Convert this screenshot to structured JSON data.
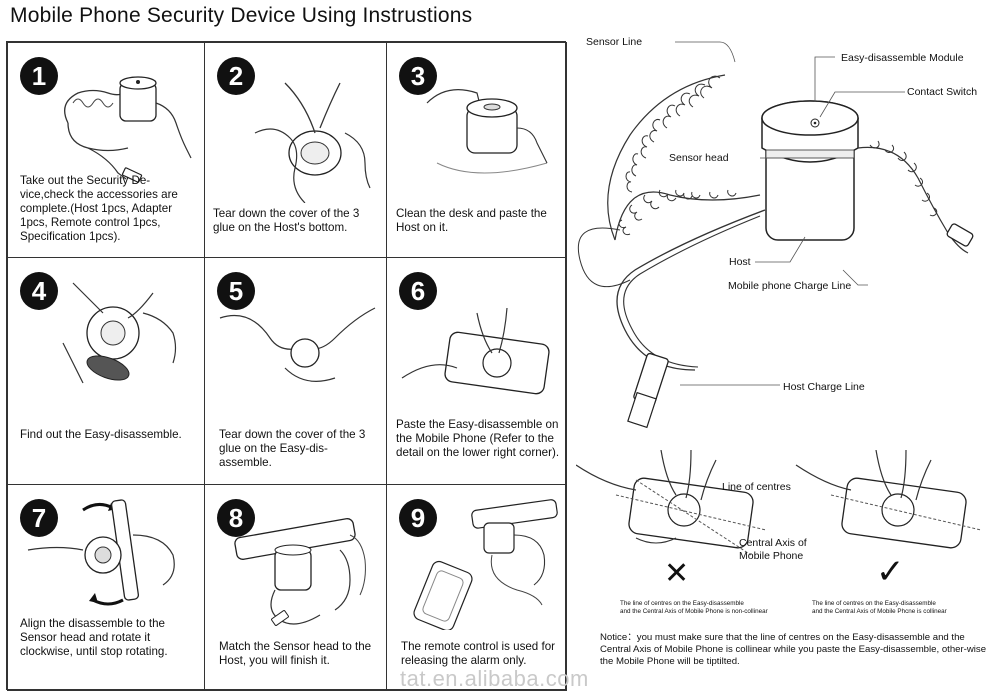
{
  "title": "Mobile Phone Security Device Using Instrustions",
  "steps": [
    {
      "num": "1",
      "text": "Take out the Security De-vice,check the accessories are complete.(Host 1pcs, Adapter 1pcs, Remote control 1pcs, Specification 1pcs)."
    },
    {
      "num": "2",
      "text": "Tear down the cover of the 3 glue on the Host's bottom."
    },
    {
      "num": "3",
      "text": "Clean the desk and paste the Host on it."
    },
    {
      "num": "4",
      "text": "Find out the Easy-disassemble."
    },
    {
      "num": "5",
      "text": "Tear down the cover of the 3 glue on the Easy-dis-assemble."
    },
    {
      "num": "6",
      "text": "Paste the Easy-disassemble on the Mobile Phone (Refer to the detail on the lower right corner)."
    },
    {
      "num": "7",
      "text": "Align the disassemble to the Sensor head and rotate it clockwise, until stop rotating."
    },
    {
      "num": "8",
      "text": "Match the Sensor head to the Host, you will finish it."
    },
    {
      "num": "9",
      "text": "The remote control is used for releasing the alarm only."
    }
  ],
  "diagram": {
    "sensor_line": "Sensor Line",
    "easy_module": "Easy-disassemble Module",
    "contact_switch": "Contact Switch",
    "sensor_head": "Sensor head",
    "host": "Host",
    "phone_charge_line": "Mobile phone Charge Line",
    "host_charge_line": "Host Charge Line"
  },
  "detail": {
    "line_of_centres": "Line of centres",
    "central_axis": "Central Axis of\nMobile Phone",
    "wrong_mark": "✕",
    "right_mark": "✓",
    "wrong_caption": "The line of centres on the Easy-disassemble\nand the Central Axis of Mobile Phone is non-collinear",
    "right_caption": "The line of centres on the Easy-disassemble\nand the Central Axis of Mobile Phcne is collinear"
  },
  "notice": "Notice：you must make sure that the line of centres on the Easy-disassemble and the Central Axis of Mobile Phone is collinear while you paste the Easy-disassemble, other-wise the Mobile Phone will be tiptilted.",
  "watermark": "tat.en.alibaba.com"
}
